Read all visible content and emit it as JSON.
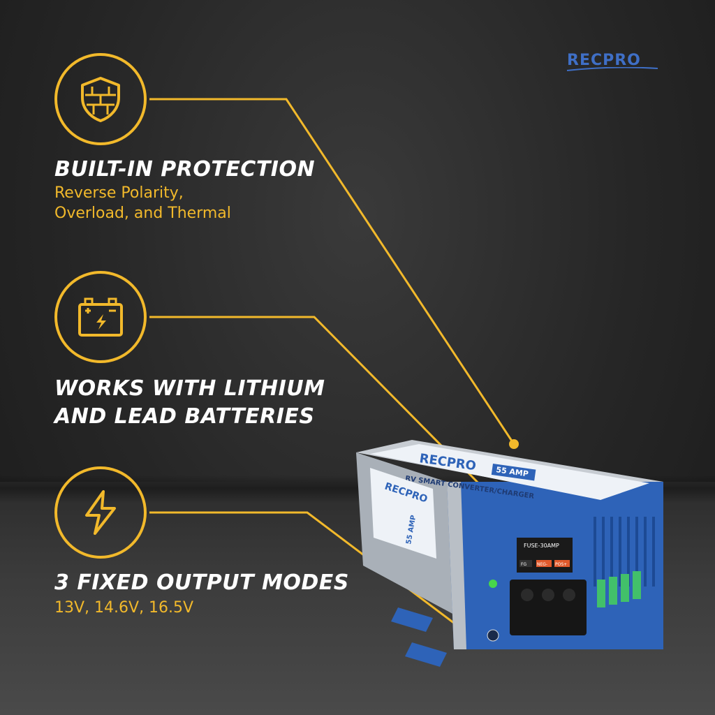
{
  "brand": {
    "logo_text": "RECPRO"
  },
  "features": [
    {
      "icon": "shield-icon",
      "title_lines": [
        "BUILT-IN PROTECTION"
      ],
      "subtitle_lines": [
        "Reverse Polarity,",
        "Overload, and Thermal"
      ]
    },
    {
      "icon": "battery-icon",
      "title_lines": [
        "WORKS WITH LITHIUM",
        "AND LEAD BATTERIES"
      ],
      "subtitle_lines": []
    },
    {
      "icon": "lightning-icon",
      "title_lines": [
        "3 FIXED OUTPUT MODES"
      ],
      "subtitle_lines": [
        "13V, 14.6V, 16.5V"
      ]
    }
  ],
  "product": {
    "label_brand": "RECPRO",
    "amp_badge": "55 AMP",
    "label_title": "RV SMART CONVERTER/CHARGER",
    "fuse_label": "FUSE-30AMP",
    "terminal_labels": [
      "FG",
      "NEG-",
      "POS+"
    ],
    "side_brand": "RECPRO",
    "side_amp": "55 AMP"
  },
  "colors": {
    "accent": "#f2b92b",
    "device_blue": "#2e63b8",
    "device_silver": "#b9bfc6"
  }
}
